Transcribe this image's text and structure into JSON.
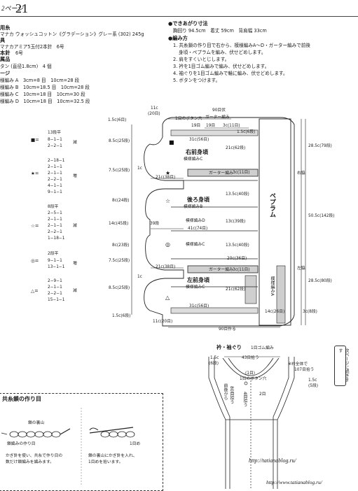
{
  "header": {
    "page_prefix": "2ページ",
    "page_number": "21"
  },
  "materials": {
    "title": "用糸",
    "yarn": "マナカ ウォッシュコットン《グラデーション》グレー系 (302) 245g",
    "needles_title": "具",
    "needles": "マナカアミア5玉付2本針　6号",
    "hook_title": "本針",
    "hook": "6号",
    "notions_title": "属品",
    "notions": "タン (直径1.8cm)　4 個",
    "gauge_title": "ージ",
    "gauge": [
      "様編み A　3cm=8 目　10cm=28 段",
      "様編み B　10cm=18.5 目　10cm=28 段",
      "様編み C　10cm=18 目　10cm=30 段",
      "様編み D　10cm=18 目　10cm=32.5 段"
    ]
  },
  "finished": {
    "title": "●できあがり寸法",
    "text": "胸回り 94.5cm　着丈 59cm　背肩幅 33cm"
  },
  "method": {
    "title": "●編み方",
    "steps": [
      "1. 共糸鎖の作り目で右から、模様編みA〜D・ガーター編みで前後",
      "身頃・ペプラムを編み、伏せどめします。",
      "2. 肩をすくいとじします。",
      "3. 衿を1目ゴム編みで編み、伏せどめします。",
      "4. 袖ぐりを1目ゴム編みで輪に編み、伏せどめします。",
      "5. ボタンをつけます。"
    ]
  },
  "decreases": {
    "block1": {
      "title": "13段平",
      "rows": [
        "8−1−1",
        "2−2−1"
      ],
      "note": "減"
    },
    "block2": {
      "rows": [
        "2−18−1",
        "2−1−1",
        "2−1−1",
        "2−2−1",
        "4−1−1",
        "9−1−1"
      ],
      "note": "増"
    },
    "block3": {
      "title": "8段平",
      "rows": [
        "2−5−1",
        "2−1−1",
        "2−1−1",
        "2−2−1",
        "1−18−1"
      ],
      "note": "減"
    },
    "block4": {
      "title": "2段平",
      "rows": [
        "9−1−1",
        "13−1−1"
      ],
      "note": "増"
    },
    "block5": {
      "rows": [
        "2−9−1",
        "2−1−1",
        "2−2−1",
        "15−1−1"
      ],
      "note": "減"
    },
    "markers": [
      "■=",
      "★=",
      "☆=",
      "◎=",
      "△="
    ]
  },
  "diagram": {
    "top_labels": [
      "11c",
      "(20目)",
      "90目伏",
      "ガーター編み",
      "1目のボタン穴",
      "19目",
      "19目",
      "3c(11目)",
      "1.5c(6段)",
      "1.5c(6目)"
    ],
    "right_front": "右前身頃",
    "right_front_sub": "模様編みC",
    "back": "後ろ身頃",
    "back_sub": "模様編みB",
    "left_front": "左前身頃",
    "left_front_sub": "模様編みC",
    "pattern_d": "模様編みD",
    "pattern_c": "模様編みC",
    "garter": "ガーター編み",
    "peplum": "ペプラム",
    "peplum_sub": "模様編みA",
    "left_dims": [
      "8.5c(25段)",
      "7.5c(25段)",
      "8c(24段)",
      "14c(45段)",
      "8c(23段)",
      "7.5c(25段)",
      "8.5c(25段)",
      "1.5c(6段)"
    ],
    "inner_dims": [
      "21c(38目)",
      "21c(38目)",
      "41c(74目)",
      "20c(36目)",
      "21c(38目)",
      "31c(56目)",
      "31c(56目)"
    ],
    "right_col": [
      "21c(62段)",
      "3c(11目)",
      "13.5c(40段)",
      "13c(39段)",
      "13.5c(40段)",
      "3c(11目)",
      "21c(62段)"
    ],
    "far_right": [
      "28.5c(79段)",
      "50.5c(142段)",
      "28.5c(80段)",
      "3c(8段)",
      "14c(26目)"
    ],
    "side_labels": [
      "右脇",
      "左脇"
    ],
    "bottom": [
      "11c(20目)",
      "90目作る",
      "1c",
      "1c"
    ],
    "stitch_labels": [
      "1c",
      "1c",
      "39段",
      "1c",
      "1c"
    ]
  },
  "collar": {
    "title": "衿・袖ぐり",
    "subtitle": "1目ゴム編み",
    "labels": [
      "1.5c",
      "(6段)",
      "43目拾う",
      "(1目)",
      "1目のボタン穴",
      "前後から",
      "80目拾う",
      "4目拾う",
      "2目",
      "※衿全体で",
      "107目拾う",
      "1.5c",
      "(5段)"
    ]
  },
  "side_note": "次ページに続きます",
  "chain_section": {
    "title": "共糸鎖の作り目",
    "labels": [
      "鎖の裏山",
      "鎖編みの作り目",
      "1目め"
    ],
    "notes": [
      "かぎ針を使い、共糸で作り目の",
      "数だけ鎖編みを編みます。"
    ],
    "notes2": [
      "鎖の裏山にかぎ針を入れ、",
      "1目めを拾います。"
    ]
  },
  "watermarks": {
    "url1": "http://tatianablog.ru/",
    "url2": "http://www.tatianablog.ru/"
  }
}
